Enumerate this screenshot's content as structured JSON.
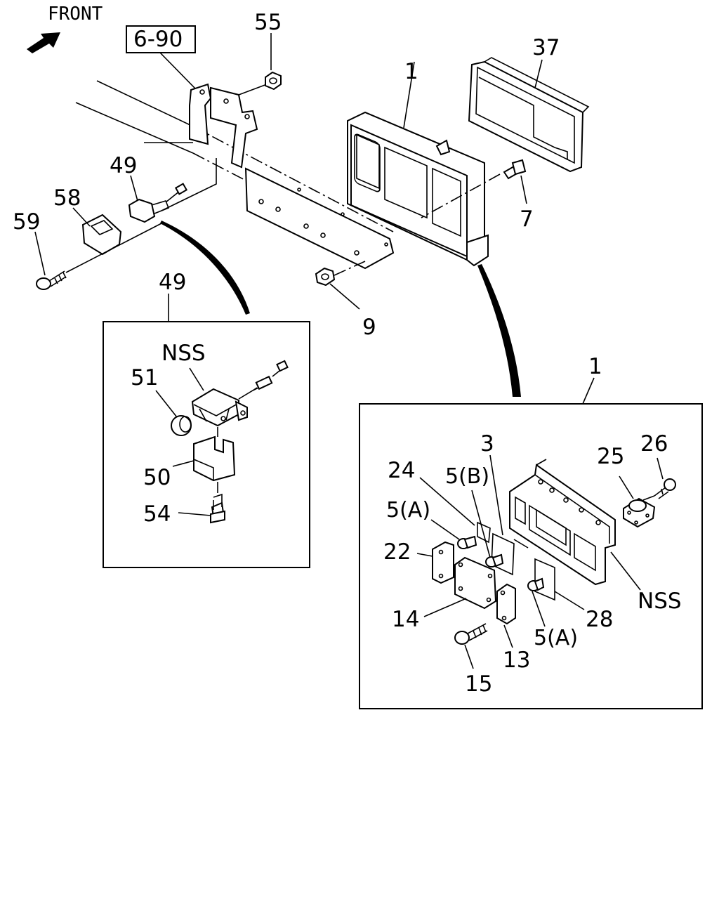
{
  "diagram": {
    "front_label": "FRONT",
    "ref_box": "6-90",
    "colors": {
      "ink": "#000000",
      "paper": "#ffffff"
    },
    "labels": {
      "p55": "55",
      "p37": "37",
      "p1_main": "1",
      "p49_main": "49",
      "p58": "58",
      "p59": "59",
      "p7": "7",
      "p9": "9",
      "p49_detail": "49",
      "nss_left": "NSS",
      "p51": "51",
      "p50": "50",
      "p54": "54",
      "p1_detail": "1",
      "p3": "3",
      "p24": "24",
      "p5b": "5(B)",
      "p25": "25",
      "p26": "26",
      "p5a_top": "5(A)",
      "p22": "22",
      "p14": "14",
      "p28": "28",
      "nss_right": "NSS",
      "p5a_bottom": "5(A)",
      "p13": "13",
      "p15": "15"
    }
  }
}
